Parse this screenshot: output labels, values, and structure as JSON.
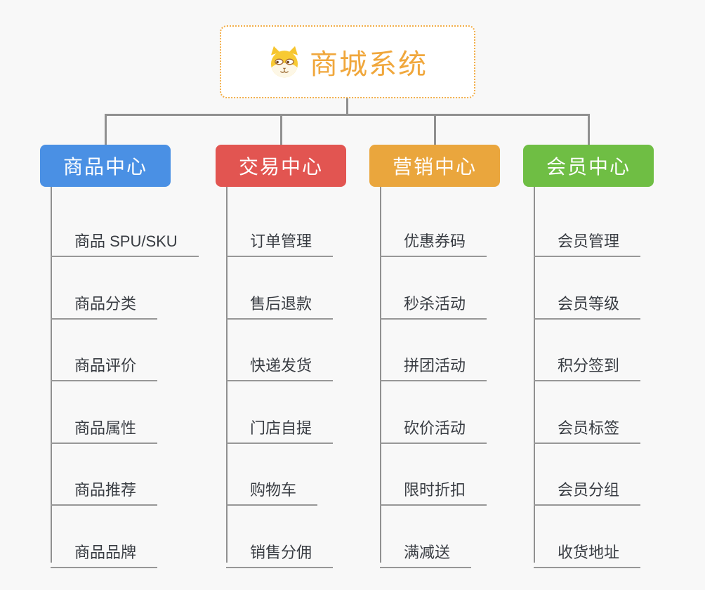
{
  "root": {
    "title": "商城系统",
    "icon": "shiba-dog-icon"
  },
  "branches": [
    {
      "label": "商品中心",
      "color": "#4a90e4",
      "children": [
        "商品 SPU/SKU",
        "商品分类",
        "商品评价",
        "商品属性",
        "商品推荐",
        "商品品牌"
      ]
    },
    {
      "label": "交易中心",
      "color": "#e25551",
      "children": [
        "订单管理",
        "售后退款",
        "快递发货",
        "门店自提",
        "购物车",
        "销售分佣"
      ]
    },
    {
      "label": "营销中心",
      "color": "#eaa63d",
      "children": [
        "优惠券码",
        "秒杀活动",
        "拼团活动",
        "砍价活动",
        "限时折扣",
        "满减送"
      ]
    },
    {
      "label": "会员中心",
      "color": "#6fbe44",
      "children": [
        "会员管理",
        "会员等级",
        "积分签到",
        "会员标签",
        "会员分组",
        "收货地址"
      ]
    }
  ],
  "colors": {
    "root_accent": "#f0a73c",
    "root_border": "#f2ae49",
    "connector": "#909090",
    "child_text": "#383c42",
    "background": "#f8f8f8"
  }
}
